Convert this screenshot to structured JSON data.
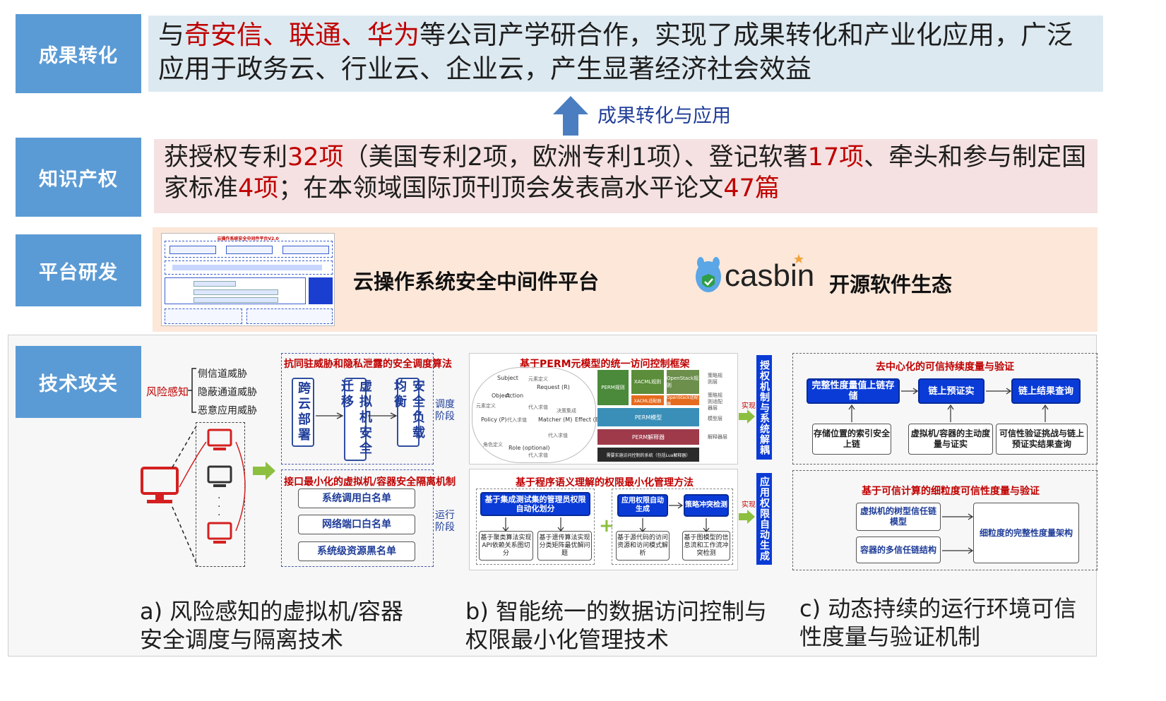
{
  "rows": {
    "transfer": {
      "label": "成果转化",
      "text_a": "与",
      "text_red": "奇安信、联通、华为",
      "text_b": "等公司产学研合作，实现了成果转化和产业化应用，广泛应用于政务云、行业云、企业云，产生显著经济社会效益"
    },
    "arrow_label": "成果转化与应用",
    "ip": {
      "label": "知识产权",
      "t1": "获授权专利",
      "r1": "32项",
      "t2": "（美国专利2项，欧洲专利1项）、登记软著",
      "r2": "17项",
      "t3": "、牵头和参与制定国家标准",
      "r3": "4项",
      "t4": "；在本领域国际顶刊顶会发表高水平论文",
      "r4": "47篇"
    },
    "platform": {
      "label": "平台研发",
      "name": "云操作系统安全中间件平台",
      "casbin": "casbin",
      "ecosystem": "开源软件生态",
      "thumb_title": "云操作系统安全中间件平台V2.0"
    },
    "tech": {
      "label": "技术攻关"
    }
  },
  "panel_a": {
    "risk_label": "风险感知",
    "threats": [
      "侧信道威胁",
      "隐蔽通道威胁",
      "恶意应用威胁"
    ],
    "sec1_title": "抗同驻威胁和隐私泄露的安全调度算法",
    "sched": [
      "跨云部署",
      "虚拟机安全迁移",
      "安全负载均衡"
    ],
    "stage1": "调度阶段",
    "sec2_title": "接口最小化的虚拟机/容器安全隔离机制",
    "whitelists": [
      "系统调用白名单",
      "网络端口白名单",
      "系统级资源黑名单"
    ],
    "stage2": "运行阶段",
    "caption": "a) 风险感知的虚拟机/容器安全调度与隔离技术"
  },
  "panel_b": {
    "sec1_title": "基于PERM元模型的统一访问控制框架",
    "graph_nodes": [
      "Subject",
      "Object",
      "Action",
      "Request (R)",
      "Policy (P)",
      "Matcher (M)",
      "Effect (E)",
      "Role (optional)"
    ],
    "graph_edges": [
      "元素定义",
      "元素定义",
      "代入求值",
      "代入求值",
      "决策集成",
      "代入求值",
      "角色定义",
      "代入求值"
    ],
    "layers": [
      "PERM规则",
      "XACML规则",
      "OpenStack规则",
      "XACML适配器",
      "OpenStack适配器",
      "PERM模型",
      "PERM解释器",
      "需要实施访问控制的系统（包括Lua解释器）"
    ],
    "layer_side": [
      "策略规则层",
      "策略规则适配器层",
      "模型层",
      "解释器层"
    ],
    "realize1": "实现",
    "side1": "授权机制与系统解耦",
    "sec2_title": "基于程序语义理解的权限最小化管理方法",
    "box_main": "基于集成测试集的管理员权限自动化划分",
    "box_sub1": "基于聚类算法实现API依赖关系图切分",
    "box_sub2": "基于遗传算法实现分类矩阵最优解问题",
    "box_gen": "应用权限自动生成",
    "box_conf": "策略冲突检测",
    "box_src": "基于源代码的访问资源和访问模式解析",
    "box_graph": "基于图模型的信息流和工作流冲突检测",
    "plus": "+",
    "realize2": "实现",
    "side2": "应用权限自动生成",
    "caption": "b) 智能统一的数据访问控制与权限最小化管理技术"
  },
  "panel_c": {
    "sec1_title": "去中心化的可信持续度量与验证",
    "top_boxes": [
      "完整性度量值上链存储",
      "链上预证实",
      "链上结果查询"
    ],
    "bottom_boxes": [
      "存储位置的索引安全上链",
      "虚拟机/容器的主动度量与证实",
      "可信性验证挑战与链上预证实结果查询"
    ],
    "sec2_title": "基于可信计算的细粒度可信性度量与验证",
    "vm_chain": "虚拟机的树型信任链模型",
    "ct_chain": "容器的多信任链结构",
    "fine": "细粒度的完整性度量架构",
    "caption": "c) 动态持续的运行环境可信性度量与验证机制"
  },
  "colors": {
    "label_bg": "#5b9bd5",
    "band1_bg": "#dde9f0",
    "band2_bg": "#f5e1e1",
    "band3_bg": "#fce7d9",
    "accent_red": "#c00000",
    "box_blue": "#0a3bd6"
  }
}
